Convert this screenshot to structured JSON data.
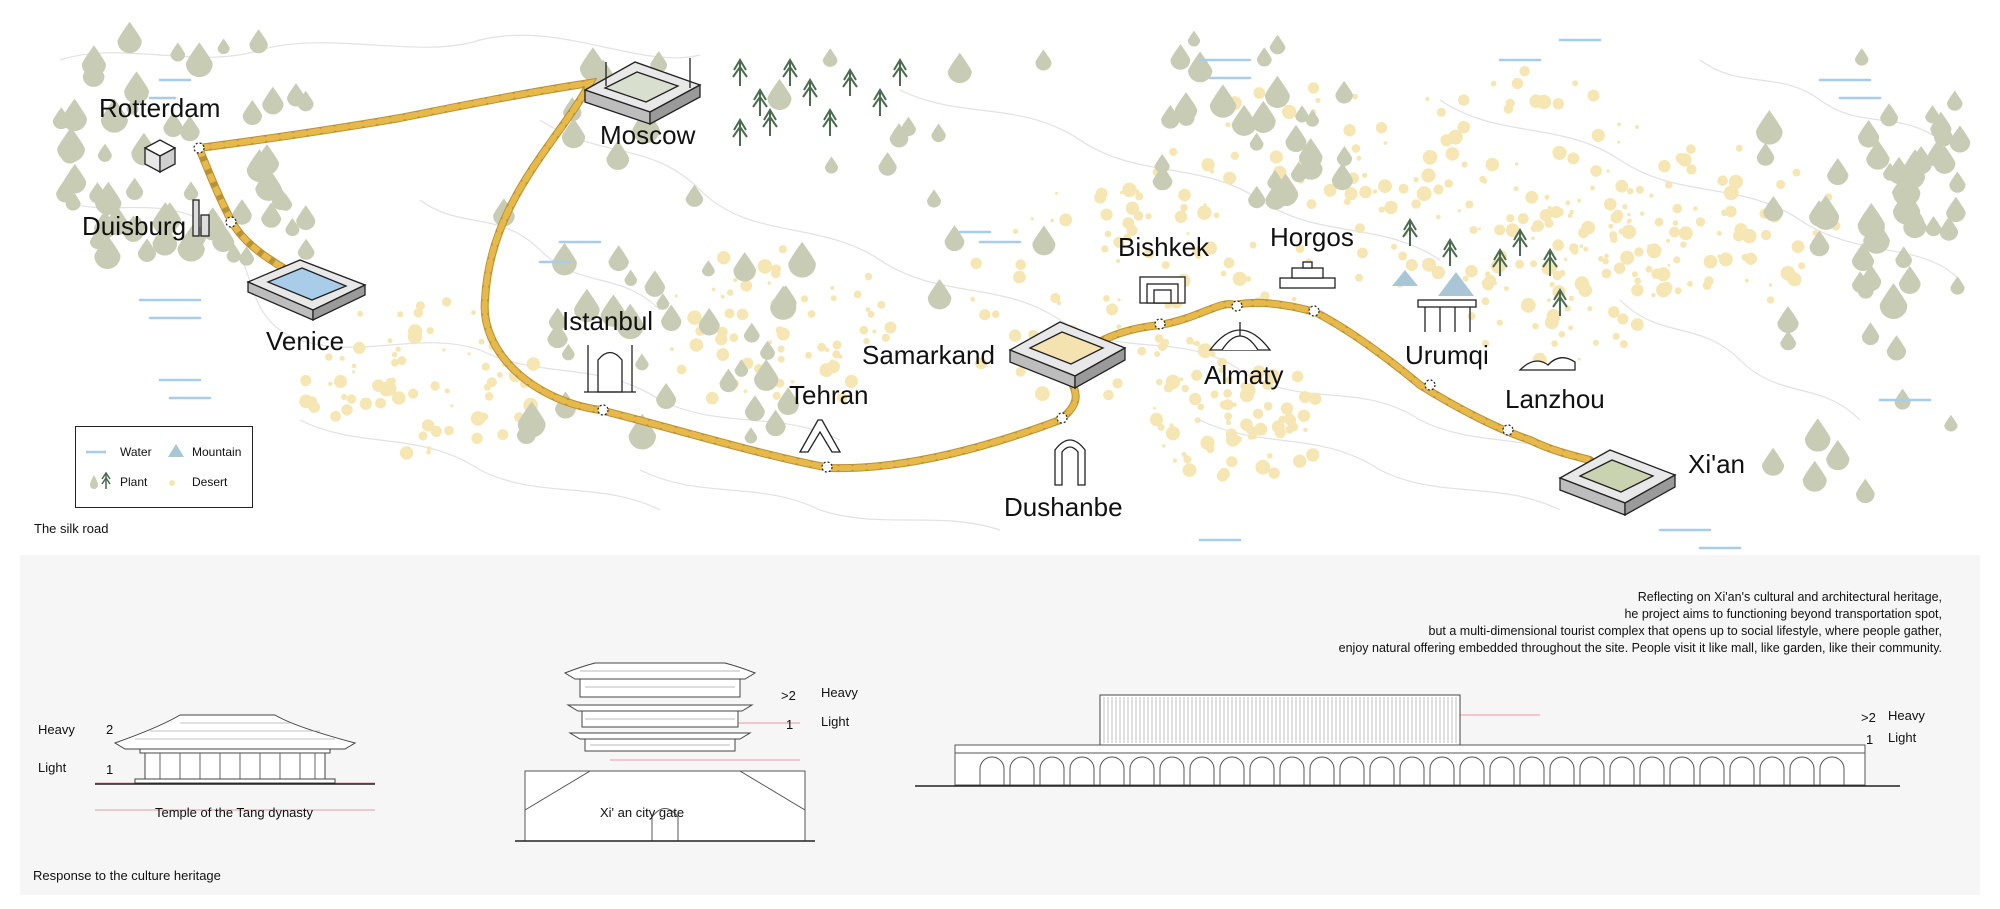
{
  "map": {
    "caption": "The silk road",
    "cities": [
      {
        "id": "rotterdam",
        "label": "Rotterdam"
      },
      {
        "id": "duisburg",
        "label": "Duisburg"
      },
      {
        "id": "venice",
        "label": "Venice"
      },
      {
        "id": "moscow",
        "label": "Moscow"
      },
      {
        "id": "istanbul",
        "label": "Istanbul"
      },
      {
        "id": "tehran",
        "label": "Tehran"
      },
      {
        "id": "samarkand",
        "label": "Samarkand"
      },
      {
        "id": "dushanbe",
        "label": "Dushanbe"
      },
      {
        "id": "bishkek",
        "label": "Bishkek"
      },
      {
        "id": "horgos",
        "label": "Horgos"
      },
      {
        "id": "almaty",
        "label": "Almaty"
      },
      {
        "id": "urumqi",
        "label": "Urumqi"
      },
      {
        "id": "lanzhou",
        "label": "Lanzhou"
      },
      {
        "id": "xian",
        "label": "Xi'an"
      }
    ],
    "legend": {
      "water": "Water",
      "mountain": "Mountain",
      "plant": "Plant",
      "desert": "Desert"
    },
    "colors": {
      "route": "#e6b94a",
      "water": "#a9cde8",
      "plant": "#c9ccb4",
      "desert": "#f6e6b4",
      "tree": "#4a6b4f",
      "mountain": "#a9c6d6"
    }
  },
  "heritage": {
    "statement": [
      "Reflecting on Xi'an's cultural and architectural heritage,",
      "he project aims to functioning beyond transportation spot,",
      "but a multi-dimensional tourist complex that opens up to social lifestyle, where people gather,",
      "enjoy natural offering embedded throughout the site. People visit it like mall, like garden, like their community."
    ],
    "temple": {
      "caption": "Temple of the Tang dynasty",
      "heavy": "Heavy",
      "light": "Light",
      "heavy_ratio": "2",
      "light_ratio": "1"
    },
    "gate": {
      "caption": "Xi' an city gate",
      "heavy": "Heavy",
      "light": "Light",
      "heavy_ratio": ">2",
      "light_ratio": "1"
    },
    "project": {
      "heavy": "Heavy",
      "light": "Light",
      "heavy_ratio": ">2",
      "light_ratio": "1"
    },
    "caption": "Response to the culture heritage"
  }
}
